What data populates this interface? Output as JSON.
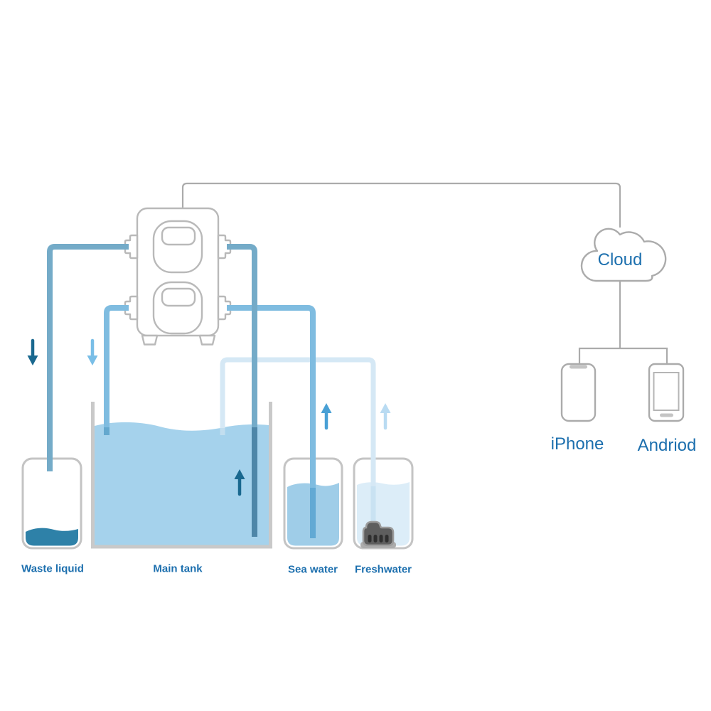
{
  "labels": {
    "cloud": "Cloud",
    "iphone": "iPhone",
    "android": "Andriod",
    "waste_liquid": "Waste liquid",
    "main_tank": "Main tank",
    "sea_water": "Sea water",
    "freshwater": "Freshwater"
  },
  "colors": {
    "label_text": "#1C6FAE",
    "device_outline_gray": "#B9B9B9",
    "container_outline_gray": "#C4C4C4",
    "connector_line_gray": "#ABABAB",
    "tube_steel_blue": "#74ABC8",
    "tube_steel_blue_underwater": "#4E86A8",
    "tube_medium_blue": "#7FBCE0",
    "tube_medium_blue_underwater": "#62A9D4",
    "tube_pale_blue": "#D5E8F5",
    "arrow_dark_blue": "#19688F",
    "arrow_light_blue": "#79BEE7",
    "arrow_medium_blue": "#49A0D5",
    "arrow_pale_blue": "#B9DBF2",
    "main_tank_water": "#A5D2EC",
    "sea_water_fill": "#9FCDE8",
    "freshwater_fill": "#DCEDF8",
    "waste_liquid_fill": "#2E81A8",
    "ato_pump_body": "#5E5E5E"
  },
  "icons": {
    "cloud": "cloud-icon",
    "iphone": "iphone-icon",
    "android": "android-phone-icon",
    "dosing_pump": "dosing-pump-icon",
    "ato_pump": "ato-pump-icon"
  },
  "flow_arrows": [
    {
      "id": "to-waste",
      "direction": "down",
      "shade": "dark"
    },
    {
      "id": "to-main-tank",
      "direction": "down",
      "shade": "light"
    },
    {
      "id": "main-tank-out",
      "direction": "up",
      "shade": "dark"
    },
    {
      "id": "sea-water-out",
      "direction": "up",
      "shade": "medium"
    },
    {
      "id": "freshwater-out",
      "direction": "up",
      "shade": "pale"
    }
  ]
}
